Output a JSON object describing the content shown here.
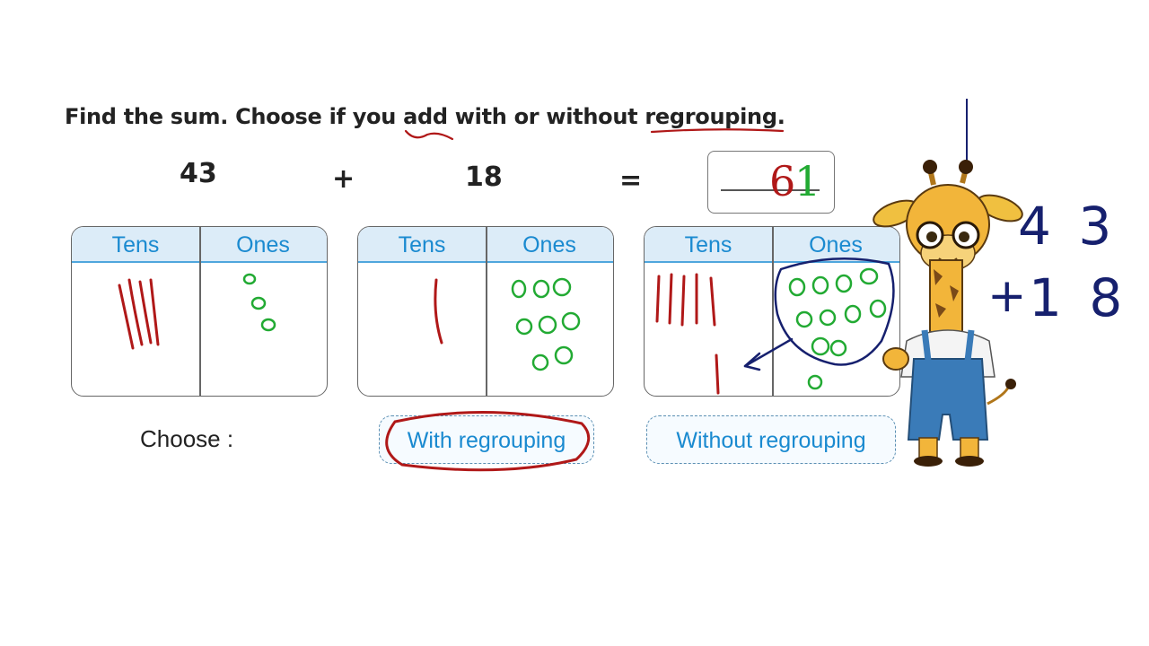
{
  "instruction": "Find the sum. Choose if you add with or without regrouping.",
  "equation": {
    "addend1": "43",
    "plus": "+",
    "addend2": "18",
    "equals": "=",
    "answer_tens": "6",
    "answer_ones": "1"
  },
  "place_value": {
    "tens_header": "Tens",
    "ones_header": "Ones"
  },
  "choose_label": "Choose :",
  "options": {
    "with": "With regrouping",
    "without": "Without regrouping"
  },
  "side_work": {
    "top_digits": "4 3",
    "plus": "+",
    "bottom_digits": "1 8"
  },
  "colors": {
    "tens_ink": "#b01818",
    "ones_ink": "#22aa33",
    "navy_ink": "#16206e",
    "header_blue": "#1a8ad0"
  },
  "mascot": "giraffe-illustration"
}
